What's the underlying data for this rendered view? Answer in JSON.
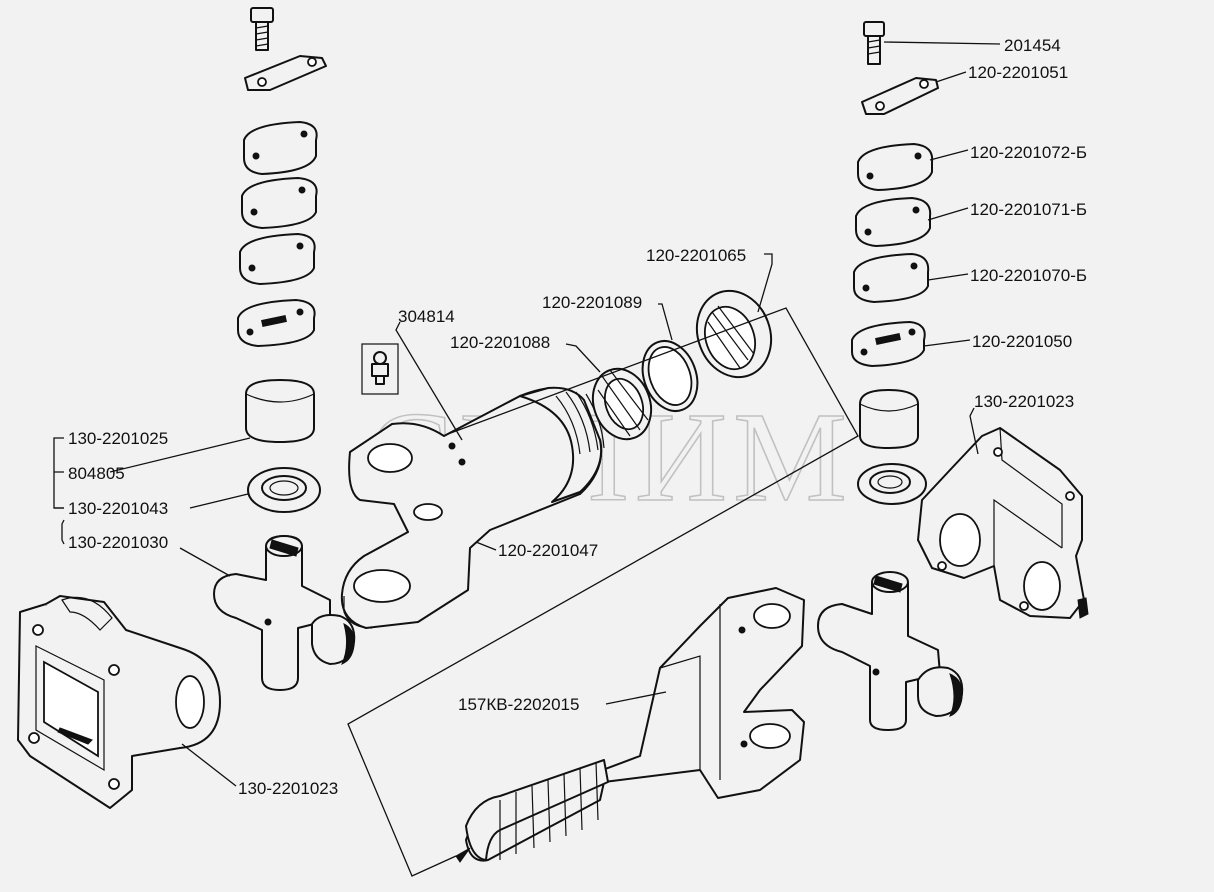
{
  "watermark": "СЕЛИМ",
  "labels": {
    "bolt_right": "201454",
    "plate_right": "120-2201051",
    "shim_072": "120-2201072-Б",
    "shim_071": "120-2201071-Б",
    "shim_070": "120-2201070-Б",
    "cover_050": "120-2201050",
    "flange_right": "130-2201023",
    "ring_065": "120-2201065",
    "ring_089": "120-2201089",
    "ring_088": "120-2201088",
    "grease_nipple": "304814",
    "bearing_cup": "130-2201025",
    "needle_804805": "804805",
    "seal_043": "130-2201043",
    "cross_030": "130-2201030",
    "yoke_047": "120-2201047",
    "shaft_157": "157КВ-2202015",
    "flange_left": "130-2201023"
  }
}
